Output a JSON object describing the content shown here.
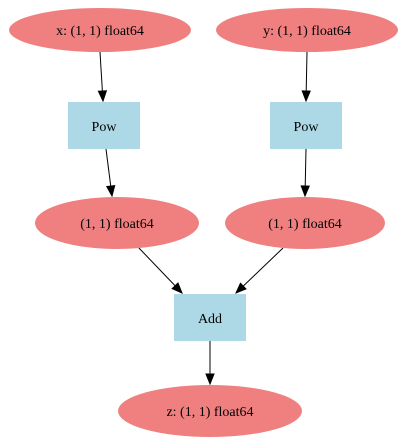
{
  "graph": {
    "colors": {
      "variable": "#f08080",
      "operation": "#add8e6",
      "edge": "#000000",
      "background": "#ffffff"
    },
    "nodes": [
      {
        "id": "x",
        "kind": "variable",
        "label": "x: (1, 1) float64"
      },
      {
        "id": "y",
        "kind": "variable",
        "label": "y: (1, 1) float64"
      },
      {
        "id": "pow1",
        "kind": "operation",
        "label": "Pow"
      },
      {
        "id": "pow2",
        "kind": "operation",
        "label": "Pow"
      },
      {
        "id": "t1",
        "kind": "variable",
        "label": "(1, 1) float64"
      },
      {
        "id": "t2",
        "kind": "variable",
        "label": "(1, 1) float64"
      },
      {
        "id": "add",
        "kind": "operation",
        "label": "Add"
      },
      {
        "id": "z",
        "kind": "variable",
        "label": "z: (1, 1) float64"
      }
    ],
    "edges": [
      {
        "from": "x",
        "to": "pow1"
      },
      {
        "from": "y",
        "to": "pow2"
      },
      {
        "from": "pow1",
        "to": "t1"
      },
      {
        "from": "pow2",
        "to": "t2"
      },
      {
        "from": "t1",
        "to": "add"
      },
      {
        "from": "t2",
        "to": "add"
      },
      {
        "from": "add",
        "to": "z"
      }
    ]
  }
}
